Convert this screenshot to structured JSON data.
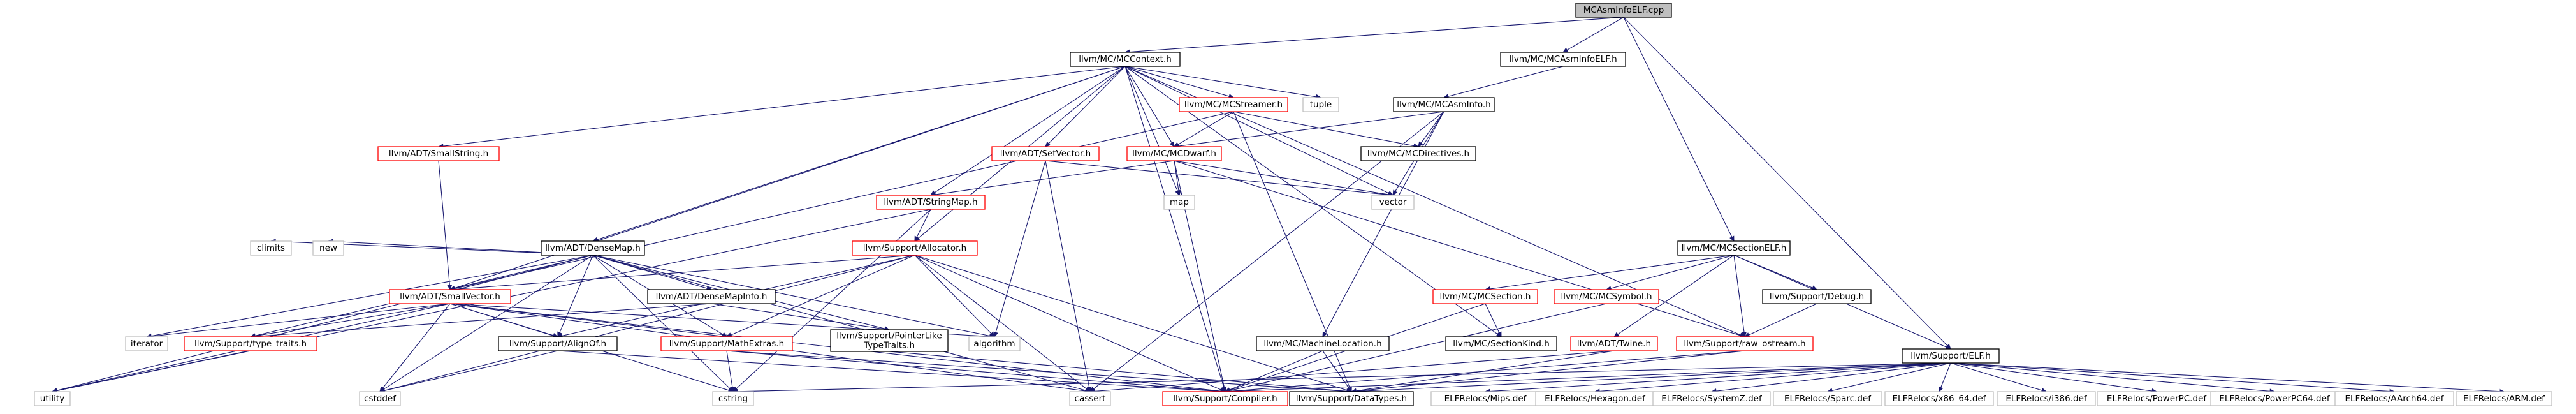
{
  "colors": {
    "edge": "#191970",
    "root_fill": "#bfbfbf",
    "node_fill": "#ffffff",
    "border_black": "#000000",
    "border_red": "#ff0000",
    "border_gray": "#bfbfbf",
    "text": "#000000"
  },
  "nodes": [
    {
      "id": "root",
      "label": "MCAsmInfoELF.cpp",
      "style": "root"
    },
    {
      "id": "mccontext",
      "label": "llvm/MC/MCContext.h",
      "style": "black"
    },
    {
      "id": "mcasminfoelf",
      "label": "llvm/MC/MCAsmInfoELF.h",
      "style": "black"
    },
    {
      "id": "mcsectionelf",
      "label": "llvm/MC/MCSectionELF.h",
      "style": "black"
    },
    {
      "id": "supportelf",
      "label": "llvm/Support/ELF.h",
      "style": "black"
    },
    {
      "id": "mcstreamer",
      "label": "llvm/MC/MCStreamer.h",
      "style": "red"
    },
    {
      "id": "tuple",
      "label": "tuple",
      "style": "gray"
    },
    {
      "id": "mcasminfo",
      "label": "llvm/MC/MCAsmInfo.h",
      "style": "black"
    },
    {
      "id": "smallstring",
      "label": "llvm/ADT/SmallString.h",
      "style": "red"
    },
    {
      "id": "setvector",
      "label": "llvm/ADT/SetVector.h",
      "style": "red"
    },
    {
      "id": "mcdwarf",
      "label": "llvm/MC/MCDwarf.h",
      "style": "red"
    },
    {
      "id": "mcdirectives",
      "label": "llvm/MC/MCDirectives.h",
      "style": "black"
    },
    {
      "id": "map",
      "label": "map",
      "style": "gray"
    },
    {
      "id": "vector",
      "label": "vector",
      "style": "gray"
    },
    {
      "id": "stringmap",
      "label": "llvm/ADT/StringMap.h",
      "style": "red"
    },
    {
      "id": "densemap",
      "label": "llvm/ADT/DenseMap.h",
      "style": "black"
    },
    {
      "id": "allocator",
      "label": "llvm/Support/Allocator.h",
      "style": "red"
    },
    {
      "id": "climits",
      "label": "climits",
      "style": "gray"
    },
    {
      "id": "new",
      "label": "new",
      "style": "gray"
    },
    {
      "id": "densemapinfo",
      "label": "llvm/ADT/DenseMapInfo.h",
      "style": "black"
    },
    {
      "id": "smallvector",
      "label": "llvm/ADT/SmallVector.h",
      "style": "red"
    },
    {
      "id": "iterator",
      "label": "iterator",
      "style": "gray"
    },
    {
      "id": "typetraits",
      "label": "llvm/Support/type_traits.h",
      "style": "red"
    },
    {
      "id": "alignof",
      "label": "llvm/Support/AlignOf.h",
      "style": "black"
    },
    {
      "id": "mathextras",
      "label": "llvm/Support/MathExtras.h",
      "style": "red"
    },
    {
      "id": "pointerlike",
      "label": [
        "llvm/Support/PointerLike",
        "TypeTraits.h"
      ],
      "style": "black"
    },
    {
      "id": "algorithm",
      "label": "algorithm",
      "style": "gray"
    },
    {
      "id": "utility",
      "label": "utility",
      "style": "gray"
    },
    {
      "id": "cstddef",
      "label": "cstddef",
      "style": "gray"
    },
    {
      "id": "cstring",
      "label": "cstring",
      "style": "gray"
    },
    {
      "id": "cassert",
      "label": "cassert",
      "style": "gray"
    },
    {
      "id": "compiler",
      "label": "llvm/Support/Compiler.h",
      "style": "red"
    },
    {
      "id": "datatypes",
      "label": "llvm/Support/DataTypes.h",
      "style": "black"
    },
    {
      "id": "mcmachineloc",
      "label": "llvm/MC/MachineLocation.h",
      "style": "black"
    },
    {
      "id": "mcsection",
      "label": "llvm/MC/MCSection.h",
      "style": "red"
    },
    {
      "id": "mcsymbol",
      "label": "llvm/MC/MCSymbol.h",
      "style": "red"
    },
    {
      "id": "debug",
      "label": "llvm/Support/Debug.h",
      "style": "black"
    },
    {
      "id": "twine",
      "label": "llvm/ADT/Twine.h",
      "style": "red"
    },
    {
      "id": "sectionkind",
      "label": "llvm/MC/SectionKind.h",
      "style": "black"
    },
    {
      "id": "rawostream",
      "label": "llvm/Support/raw_ostream.h",
      "style": "red"
    },
    {
      "id": "mips",
      "label": "ELFRelocs/Mips.def",
      "style": "gray"
    },
    {
      "id": "hexagon",
      "label": "ELFRelocs/Hexagon.def",
      "style": "gray"
    },
    {
      "id": "systemz",
      "label": "ELFRelocs/SystemZ.def",
      "style": "gray"
    },
    {
      "id": "sparc",
      "label": "ELFRelocs/Sparc.def",
      "style": "gray"
    },
    {
      "id": "x86_64",
      "label": "ELFRelocs/x86_64.def",
      "style": "gray"
    },
    {
      "id": "i386",
      "label": "ELFRelocs/i386.def",
      "style": "gray"
    },
    {
      "id": "powerpc",
      "label": "ELFRelocs/PowerPC.def",
      "style": "gray"
    },
    {
      "id": "powerpc64",
      "label": "ELFRelocs/PowerPC64.def",
      "style": "gray"
    },
    {
      "id": "aarch64",
      "label": "ELFRelocs/AArch64.def",
      "style": "gray"
    },
    {
      "id": "arm",
      "label": "ELFRelocs/ARM.def",
      "style": "gray"
    }
  ],
  "edges": [
    [
      "root",
      "mccontext"
    ],
    [
      "root",
      "mcasminfoelf"
    ],
    [
      "root",
      "mcsectionelf"
    ],
    [
      "root",
      "supportelf"
    ],
    [
      "mcasminfoelf",
      "mcasminfo"
    ],
    [
      "mccontext",
      "mcstreamer"
    ],
    [
      "mccontext",
      "tuple"
    ],
    [
      "mccontext",
      "smallstring"
    ],
    [
      "mccontext",
      "setvector"
    ],
    [
      "mccontext",
      "mcdwarf"
    ],
    [
      "mccontext",
      "stringmap"
    ],
    [
      "mccontext",
      "densemap"
    ],
    [
      "mccontext",
      "allocator"
    ],
    [
      "mccontext",
      "smallvector"
    ],
    [
      "mccontext",
      "map"
    ],
    [
      "mccontext",
      "vector"
    ],
    [
      "mccontext",
      "compiler"
    ],
    [
      "mccontext",
      "rawostream"
    ],
    [
      "mccontext",
      "sectionkind"
    ],
    [
      "mcstreamer",
      "mcdwarf"
    ],
    [
      "mcstreamer",
      "mcdirectives"
    ],
    [
      "mcstreamer",
      "smallvector"
    ],
    [
      "mcstreamer",
      "datatypes"
    ],
    [
      "mcasminfo",
      "mcdwarf"
    ],
    [
      "mcasminfo",
      "mcdirectives"
    ],
    [
      "mcasminfo",
      "vector"
    ],
    [
      "mcasminfo",
      "mcmachineloc"
    ],
    [
      "mcasminfo",
      "cassert"
    ],
    [
      "setvector",
      "vector"
    ],
    [
      "setvector",
      "algorithm"
    ],
    [
      "setvector",
      "cassert"
    ],
    [
      "mcdwarf",
      "stringmap"
    ],
    [
      "mcdwarf",
      "map"
    ],
    [
      "mcdwarf",
      "vector"
    ],
    [
      "mcdwarf",
      "compiler"
    ],
    [
      "mcdwarf",
      "rawostream"
    ],
    [
      "smallstring",
      "smallvector"
    ],
    [
      "stringmap",
      "allocator"
    ],
    [
      "stringmap",
      "utility"
    ],
    [
      "stringmap",
      "cstring"
    ],
    [
      "densemap",
      "densemapinfo"
    ],
    [
      "densemap",
      "alignof"
    ],
    [
      "densemap",
      "mathextras"
    ],
    [
      "densemap",
      "pointerlike"
    ],
    [
      "densemap",
      "typetraits"
    ],
    [
      "densemap",
      "algorithm"
    ],
    [
      "densemap",
      "iterator"
    ],
    [
      "densemap",
      "climits"
    ],
    [
      "densemap",
      "new"
    ],
    [
      "densemap",
      "utility"
    ],
    [
      "densemap",
      "cstddef"
    ],
    [
      "densemap",
      "cassert"
    ],
    [
      "densemap",
      "cstring"
    ],
    [
      "allocator",
      "alignof"
    ],
    [
      "allocator",
      "mathextras"
    ],
    [
      "allocator",
      "compiler"
    ],
    [
      "allocator",
      "datatypes"
    ],
    [
      "allocator",
      "algorithm"
    ],
    [
      "allocator",
      "cassert"
    ],
    [
      "allocator",
      "cstddef"
    ],
    [
      "allocator",
      "smallvector"
    ],
    [
      "densemapinfo",
      "pointerlike"
    ],
    [
      "densemapinfo",
      "typetraits"
    ],
    [
      "smallvector",
      "alignof"
    ],
    [
      "smallvector",
      "mathextras"
    ],
    [
      "smallvector",
      "typetraits"
    ],
    [
      "smallvector",
      "iterator"
    ],
    [
      "smallvector",
      "algorithm"
    ],
    [
      "smallvector",
      "cassert"
    ],
    [
      "smallvector",
      "cstddef"
    ],
    [
      "smallvector",
      "cstring"
    ],
    [
      "smallvector",
      "compiler"
    ],
    [
      "smallvector",
      "utility"
    ],
    [
      "typetraits",
      "utility"
    ],
    [
      "alignof",
      "cstddef"
    ],
    [
      "alignof",
      "compiler"
    ],
    [
      "mathextras",
      "cstring"
    ],
    [
      "mathextras",
      "compiler"
    ],
    [
      "mathextras",
      "datatypes"
    ],
    [
      "pointerlike",
      "datatypes"
    ],
    [
      "mcmachineloc",
      "compiler"
    ],
    [
      "mcmachineloc",
      "datatypes"
    ],
    [
      "mcsectionelf",
      "mcsection"
    ],
    [
      "mcsectionelf",
      "mcsymbol"
    ],
    [
      "mcsectionelf",
      "debug"
    ],
    [
      "mcsectionelf",
      "twine"
    ],
    [
      "mcsectionelf",
      "rawostream"
    ],
    [
      "mcsectionelf",
      "supportelf"
    ],
    [
      "mcsection",
      "sectionkind"
    ],
    [
      "mcsection",
      "compiler"
    ],
    [
      "mcsymbol",
      "compiler"
    ],
    [
      "twine",
      "cassert"
    ],
    [
      "twine",
      "datatypes"
    ],
    [
      "debug",
      "rawostream"
    ],
    [
      "rawostream",
      "compiler"
    ],
    [
      "rawostream",
      "datatypes"
    ],
    [
      "supportelf",
      "compiler"
    ],
    [
      "supportelf",
      "datatypes"
    ],
    [
      "supportelf",
      "cstring"
    ],
    [
      "supportelf",
      "mips"
    ],
    [
      "supportelf",
      "hexagon"
    ],
    [
      "supportelf",
      "systemz"
    ],
    [
      "supportelf",
      "sparc"
    ],
    [
      "supportelf",
      "x86_64"
    ],
    [
      "supportelf",
      "i386"
    ],
    [
      "supportelf",
      "powerpc"
    ],
    [
      "supportelf",
      "powerpc64"
    ],
    [
      "supportelf",
      "aarch64"
    ],
    [
      "supportelf",
      "arm"
    ]
  ]
}
